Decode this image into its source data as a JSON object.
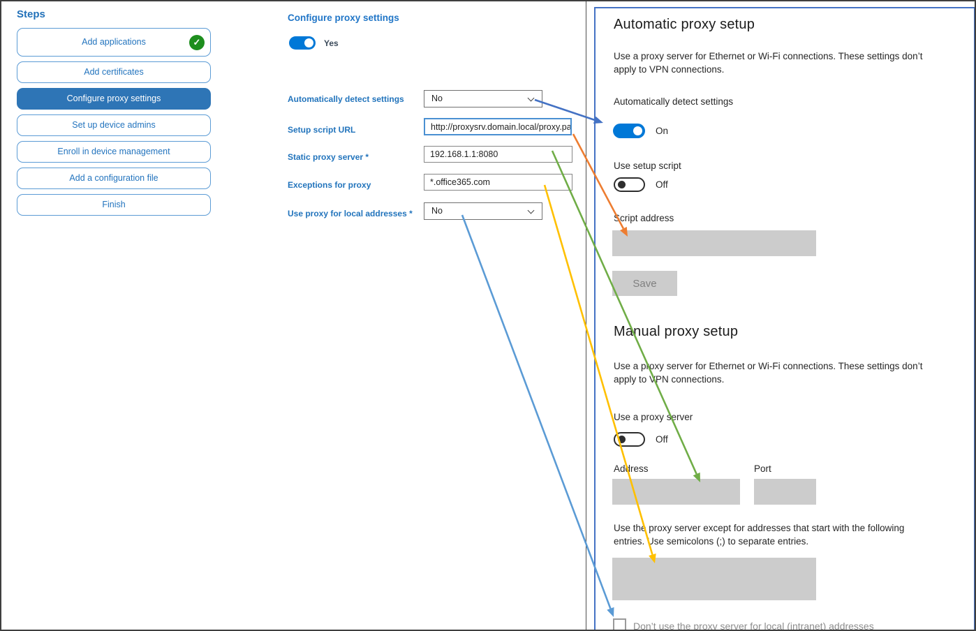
{
  "sidebar": {
    "title": "Steps",
    "items": [
      {
        "label": "Add applications",
        "status": "completed"
      },
      {
        "label": "Add certificates",
        "status": "normal"
      },
      {
        "label": "Configure proxy settings",
        "status": "selected"
      },
      {
        "label": "Set up device admins",
        "status": "normal"
      },
      {
        "label": "Enroll in device management",
        "status": "normal"
      },
      {
        "label": "Add a configuration file",
        "status": "normal"
      },
      {
        "label": "Finish",
        "status": "normal"
      }
    ]
  },
  "wizard": {
    "title": "Configure proxy settings",
    "enabled_toggle": {
      "state": "on",
      "label": "Yes"
    },
    "fields": [
      {
        "label": "Automatically detect settings",
        "type": "select",
        "value": "No"
      },
      {
        "label": "Setup script URL",
        "type": "text",
        "value": "http://proxysrv.domain.local/proxy.pa"
      },
      {
        "label": "Static proxy server *",
        "type": "text",
        "value": "192.168.1.1:8080"
      },
      {
        "label": "Exceptions for proxy",
        "type": "text",
        "value": "*.office365.com"
      },
      {
        "label": "Use proxy for local addresses *",
        "type": "select",
        "value": "No"
      }
    ]
  },
  "settings_panel": {
    "automatic": {
      "heading": "Automatic proxy setup",
      "description": "Use a proxy server for Ethernet or Wi-Fi connections. These settings don’t apply to VPN connections.",
      "detect_label": "Automatically detect settings",
      "detect_state": "On",
      "use_setup_script_label": "Use setup script",
      "use_setup_script_state": "Off",
      "script_address_label": "Script address",
      "save_label": "Save"
    },
    "manual": {
      "heading": "Manual proxy setup",
      "description": "Use a proxy server for Ethernet or Wi-Fi connections. These settings don’t apply to VPN connections.",
      "use_proxy_label": "Use a proxy server",
      "use_proxy_state": "Off",
      "address_label": "Address",
      "port_label": "Port",
      "exceptions_help": "Use the proxy server except for addresses that start with the following entries. Use semicolons (;) to separate entries.",
      "local_checkbox_label": "Don’t use the proxy server for local (intranet) addresses"
    }
  },
  "icons": {
    "completed_check": "✓"
  },
  "annotations": {
    "arrows": [
      {
        "name": "detect-setting-arrow",
        "color": "#4472C4"
      },
      {
        "name": "setup-script-arrow",
        "color": "#ED7D31"
      },
      {
        "name": "static-proxy-arrow",
        "color": "#70AD47"
      },
      {
        "name": "proxy-exceptions-arrow",
        "color": "#FFC000"
      },
      {
        "name": "local-addresses-arrow",
        "color": "#5B9BD5"
      }
    ]
  }
}
